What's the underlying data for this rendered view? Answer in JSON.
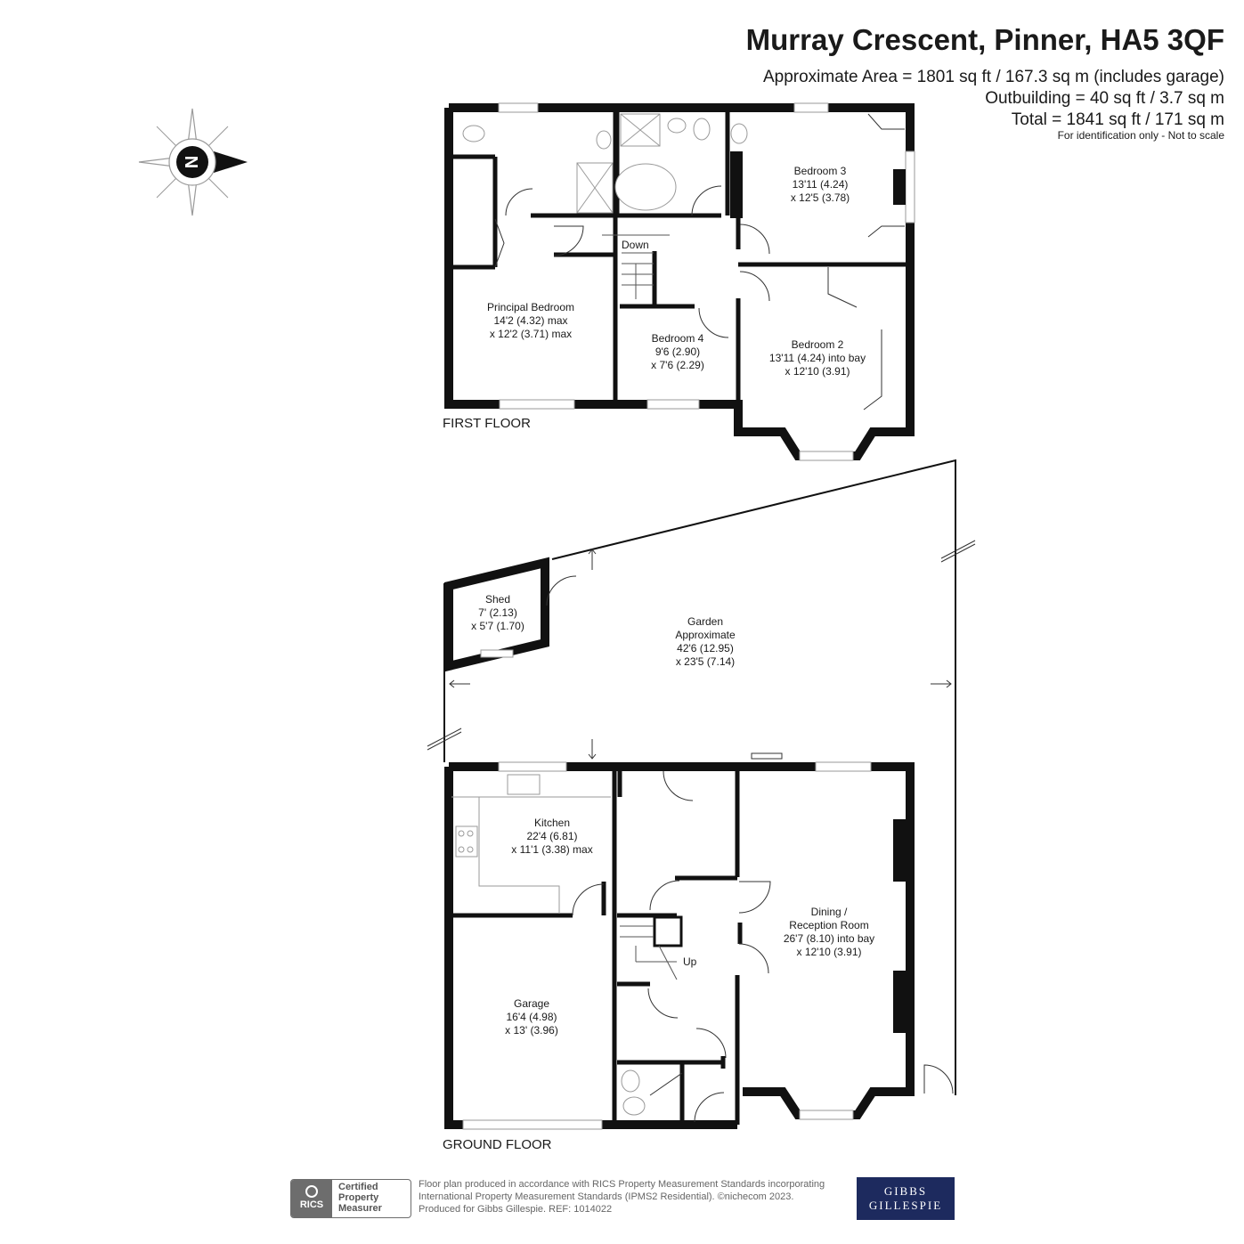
{
  "header": {
    "title": "Murray Crescent, Pinner, HA5 3QF",
    "area_line": "Approximate Area = 1801 sq ft / 167.3 sq m (includes garage)",
    "outbuilding_line": "Outbuilding = 40 sq ft / 3.7 sq m",
    "total_line": "Total = 1841 sq ft / 171 sq m",
    "disclaimer": "For identification only - Not to scale"
  },
  "compass": {
    "letter": "N",
    "icon": "compass-rose-icon"
  },
  "first_floor": {
    "label": "FIRST FLOOR",
    "principal_bedroom": {
      "name": "Principal Bedroom",
      "dim1": "14'2 (4.32) max",
      "dim2": "x 12'2 (3.71) max"
    },
    "bedroom3": {
      "name": "Bedroom 3",
      "dim1": "13'11 (4.24)",
      "dim2": "x 12'5 (3.78)"
    },
    "bedroom4": {
      "name": "Bedroom 4",
      "dim1": "9'6 (2.90)",
      "dim2": "x 7'6 (2.29)"
    },
    "bedroom2": {
      "name": "Bedroom 2",
      "dim1": "13'11 (4.24) into bay",
      "dim2": "x 12'10 (3.91)"
    },
    "stairs_label": "Down"
  },
  "outside": {
    "shed": {
      "name": "Shed",
      "dim1": "7' (2.13)",
      "dim2": "x 5'7 (1.70)"
    },
    "garden": {
      "name": "Garden",
      "qualifier": "Approximate",
      "dim1": "42'6 (12.95)",
      "dim2": "x 23'5 (7.14)"
    }
  },
  "ground_floor": {
    "label": "GROUND FLOOR",
    "kitchen": {
      "name": "Kitchen",
      "dim1": "22'4 (6.81)",
      "dim2": "x 11'1 (3.38) max"
    },
    "garage": {
      "name": "Garage",
      "dim1": "16'4 (4.98)",
      "dim2": "x 13' (3.96)"
    },
    "dining": {
      "name": "Dining /",
      "name2": "Reception Room",
      "dim1": "26'7 (8.10) into bay",
      "dim2": "x 12'10 (3.91)"
    },
    "stairs_label": "Up"
  },
  "footer": {
    "rics_badge": "RICS",
    "rics_line1": "Certified",
    "rics_line2": "Property",
    "rics_line3": "Measurer",
    "line1": "Floor plan produced in accordance with RICS Property Measurement Standards incorporating",
    "line2": "International Property Measurement Standards (IPMS2 Residential).   ©nichecom 2023.",
    "line3": "Produced for Gibbs Gillespie.   REF:  1014022",
    "brand_line1": "GIBBS",
    "brand_line2": "GILLESPIE"
  },
  "colors": {
    "wall": "#111111",
    "brand": "#1d2a5e",
    "rics": "#6d6d6d"
  }
}
